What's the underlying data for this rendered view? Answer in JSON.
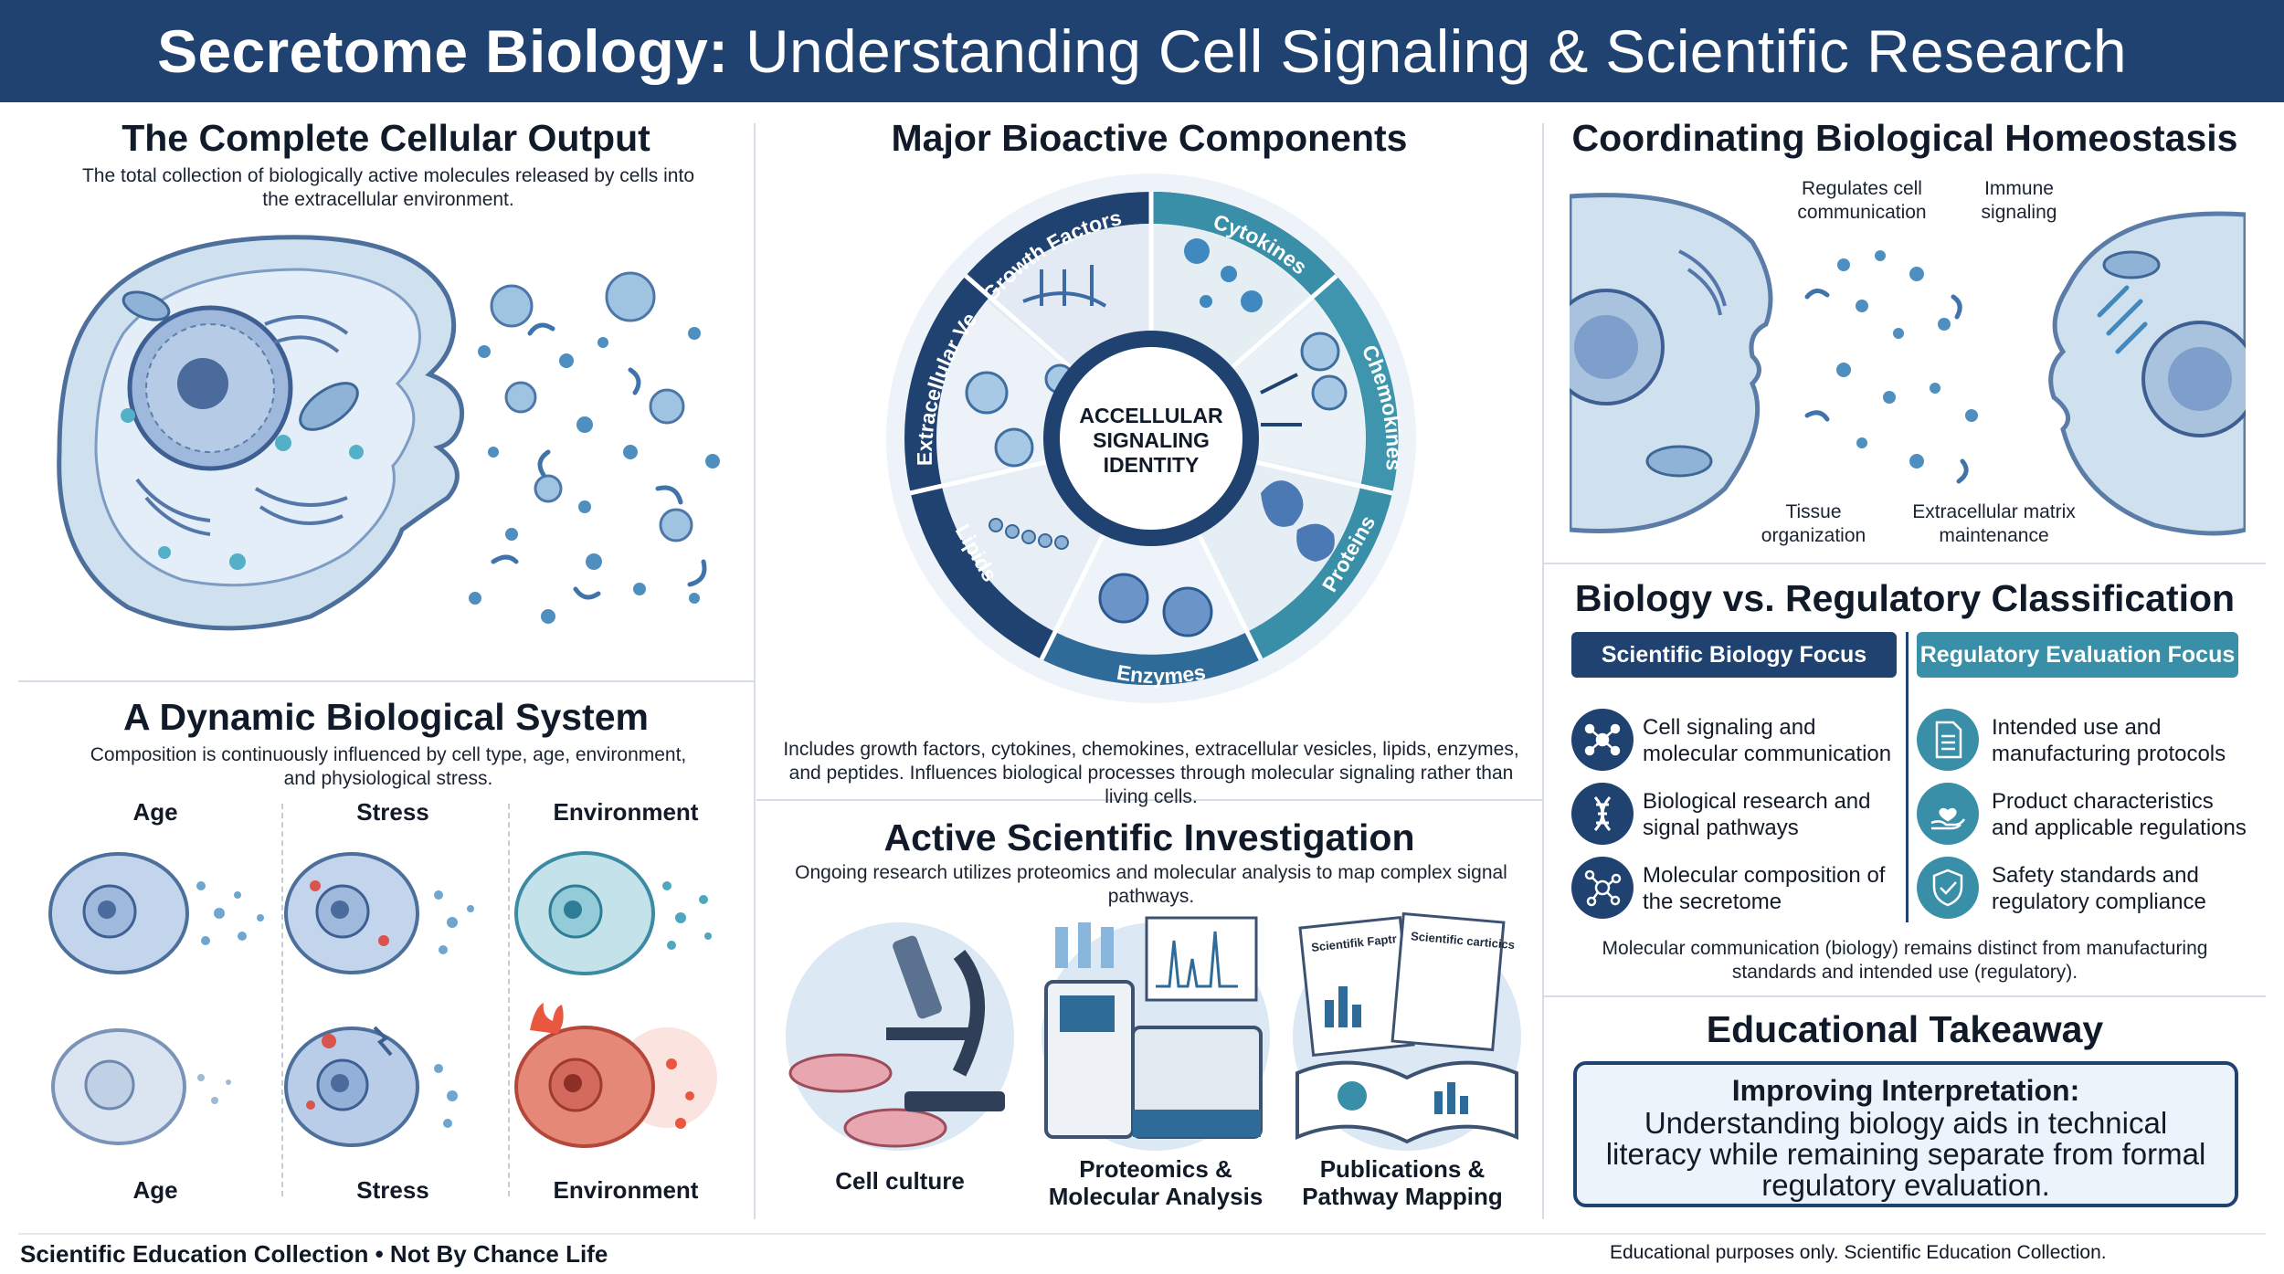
{
  "header": {
    "title_bold": "Secretome Biology:",
    "title_rest": "Understanding Cell Signaling & Scientific Research"
  },
  "colors": {
    "navy": "#1f4271",
    "teal": "#3a8fa8",
    "light_blue": "#cfe0ef",
    "cell_blue": "#a9c3df"
  },
  "cellular_output": {
    "title": "The Complete Cellular Output",
    "description": "The total collection of biologically active molecules released by cells into the extracellular environment."
  },
  "dynamic_system": {
    "title": "A Dynamic Biological System",
    "description": "Composition is continuously influenced by cell type, age, environment, and physiological stress.",
    "top_labels": [
      "Age",
      "Stress",
      "Environment"
    ],
    "bottom_labels": [
      "Age",
      "Stress",
      "Environment"
    ]
  },
  "components": {
    "title": "Major Bioactive Components",
    "center": [
      "ACCELLULAR",
      "SIGNALING",
      "IDENTITY"
    ],
    "segments": [
      "Growth Factors",
      "Cytokines",
      "Chemokines",
      "Proteins",
      "Enzymes",
      "Lipids",
      "Extracellular Vesicles"
    ],
    "description": "Includes growth factors, cytokines, chemokines, extracellular vesicles, lipids, enzymes, and peptides. Influences biological processes through molecular signaling rather than living cells."
  },
  "investigation": {
    "title": "Active Scientific Investigation",
    "description": "Ongoing research utilizes proteomics and molecular analysis to map complex signal pathways.",
    "items": [
      {
        "label_1": "Cell culture",
        "label_2": ""
      },
      {
        "label_1": "Proteomics &",
        "label_2": "Molecular Analysis"
      },
      {
        "label_1": "Publications &",
        "label_2": "Pathway Mapping"
      }
    ],
    "paper_titles": [
      "Scientifik Faptr",
      "Scientific carticics"
    ]
  },
  "homeostasis": {
    "title": "Coordinating Biological Homeostasis",
    "labels": [
      {
        "l1": "Regulates cell",
        "l2": "communication"
      },
      {
        "l1": "Immune",
        "l2": "signaling"
      },
      {
        "l1": "Tissue",
        "l2": "organization"
      },
      {
        "l1": "Extracellular matrix",
        "l2": "maintenance"
      }
    ]
  },
  "classification": {
    "title": "Biology vs. Regulatory Classification",
    "left_header": "Scientific Biology Focus",
    "right_header": "Regulatory Evaluation Focus",
    "left_items": [
      {
        "icon": "network-icon",
        "l1": "Cell signaling and",
        "l2": "molecular communication"
      },
      {
        "icon": "dna-icon",
        "l1": "Biological research and",
        "l2": "signal pathways"
      },
      {
        "icon": "molecule-icon",
        "l1": "Molecular composition of",
        "l2": "the secretome"
      }
    ],
    "right_items": [
      {
        "icon": "document-icon",
        "l1": "Intended use and",
        "l2": "manufacturing protocols"
      },
      {
        "icon": "hand-heart-icon",
        "l1": "Product characteristics",
        "l2": "and applicable regulations"
      },
      {
        "icon": "shield-check-icon",
        "l1": "Safety standards and",
        "l2": "regulatory compliance"
      }
    ],
    "note_1": "Molecular communication (biology) remains distinct from manufacturing",
    "note_2": "standards and intended use (regulatory)."
  },
  "takeaway": {
    "title": "Educational Takeaway",
    "box_title": "Improving Interpretation:",
    "box_lines": [
      "Understanding biology aids in technical",
      "literacy while remaining separate from formal",
      "regulatory evaluation."
    ]
  },
  "footer": {
    "left": "Scientific Education Collection • Not By Chance Life",
    "right": "Educational purposes only. Scientific Education Collection."
  }
}
